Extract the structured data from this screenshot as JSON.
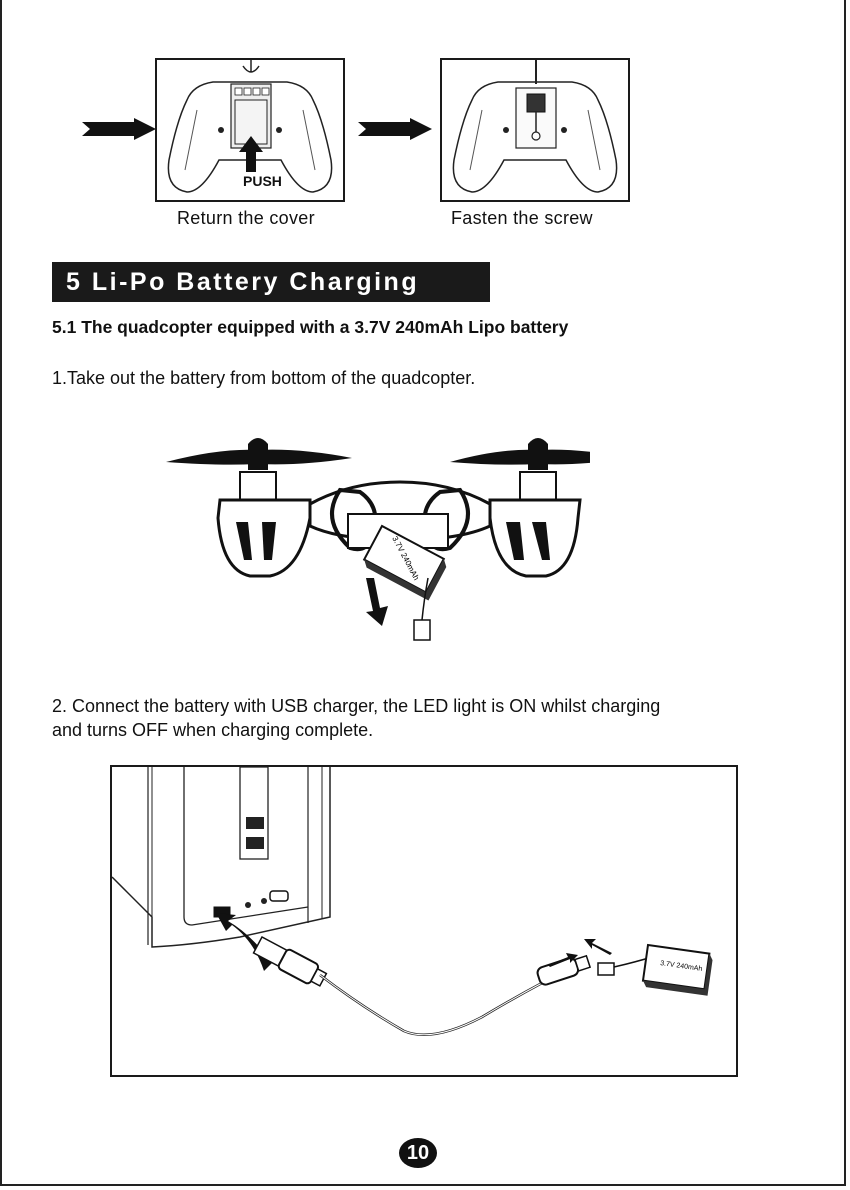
{
  "top_figures": {
    "left_caption": "Return the cover",
    "left_push_label": "PUSH",
    "right_caption": "Fasten the screw"
  },
  "section": {
    "title": "5 Li-Po Battery Charging",
    "subheading": "5.1  The quadcopter equipped with a 3.7V 240mAh Lipo battery",
    "step1": "1.Take out the battery from bottom of the quadcopter.",
    "step2_line1": "2. Connect the battery with USB charger, the LED light is ON whilst charging",
    "step2_line2": "and turns OFF when charging complete."
  },
  "battery_label": "3.7V 240mAh",
  "page_number": "10"
}
